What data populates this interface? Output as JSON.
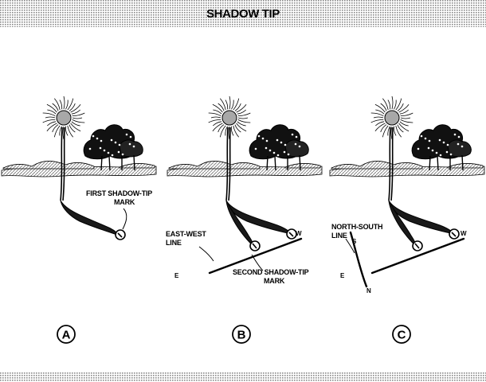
{
  "title": "SHADOW TIP",
  "panels": [
    {
      "id": "A",
      "label": "A",
      "annotations": {
        "first_mark_line1": "FIRST SHADOW-TIP",
        "first_mark_line2": "MARK"
      }
    },
    {
      "id": "B",
      "label": "B",
      "annotations": {
        "line_label_line1": "EAST-WEST",
        "line_label_line2": "LINE",
        "second_mark_line1": "SECOND SHADOW-TIP",
        "second_mark_line2": "MARK",
        "west": "W",
        "east": "E"
      }
    },
    {
      "id": "C",
      "label": "C",
      "annotations": {
        "line_label_line1": "NORTH-SOUTH",
        "line_label_line2": "LINE",
        "west": "W",
        "east": "E",
        "south": "S",
        "north": "N"
      }
    }
  ],
  "colors": {
    "ink": "#000000",
    "band": "#d9d9d9",
    "sun_fill": "#a8a8a8",
    "ground_fill": "#cfcfcf",
    "hill_fill": "#b5b5b5"
  }
}
